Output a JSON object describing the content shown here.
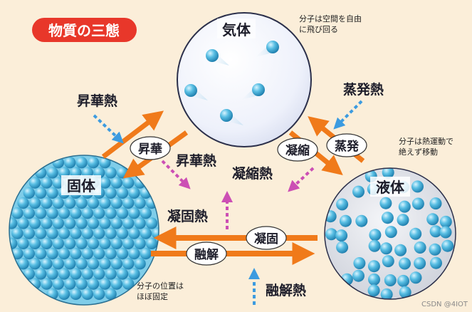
{
  "title": "物質の三態",
  "states": {
    "gas": {
      "label": "気体",
      "note_line1": "分子は空間を自由",
      "note_line2": "に飛び回る"
    },
    "solid": {
      "label": "固体",
      "note_line1": "分子の位置は",
      "note_line2": "ほぼ固定"
    },
    "liquid": {
      "label": "液体",
      "note_line1": "分子は熱運動で",
      "note_line2": "絶えず移動"
    }
  },
  "processes": {
    "sublimation": "昇華",
    "sublimation_heat_in": "昇華熱",
    "sublimation_heat_out": "昇華熱",
    "evaporation": "蒸発",
    "evaporation_heat": "蒸発熱",
    "condensation": "凝縮",
    "condensation_heat": "凝縮熱",
    "freezing": "凝固",
    "freezing_heat": "凝固熱",
    "melting": "融解",
    "melting_heat": "融解熱"
  },
  "watermark": "CSDN @4IOT",
  "colors": {
    "background": "#fbeed9",
    "title_bg": "#e8372a",
    "arrow_orange": "#f07a1a",
    "heat_in_blue": "#3c9be0",
    "heat_out_pink": "#cc4fb4",
    "molecule": "#4fb6dd",
    "gas_sphere": "#e9eefa",
    "liquid_sphere": "#dfe3ea"
  }
}
